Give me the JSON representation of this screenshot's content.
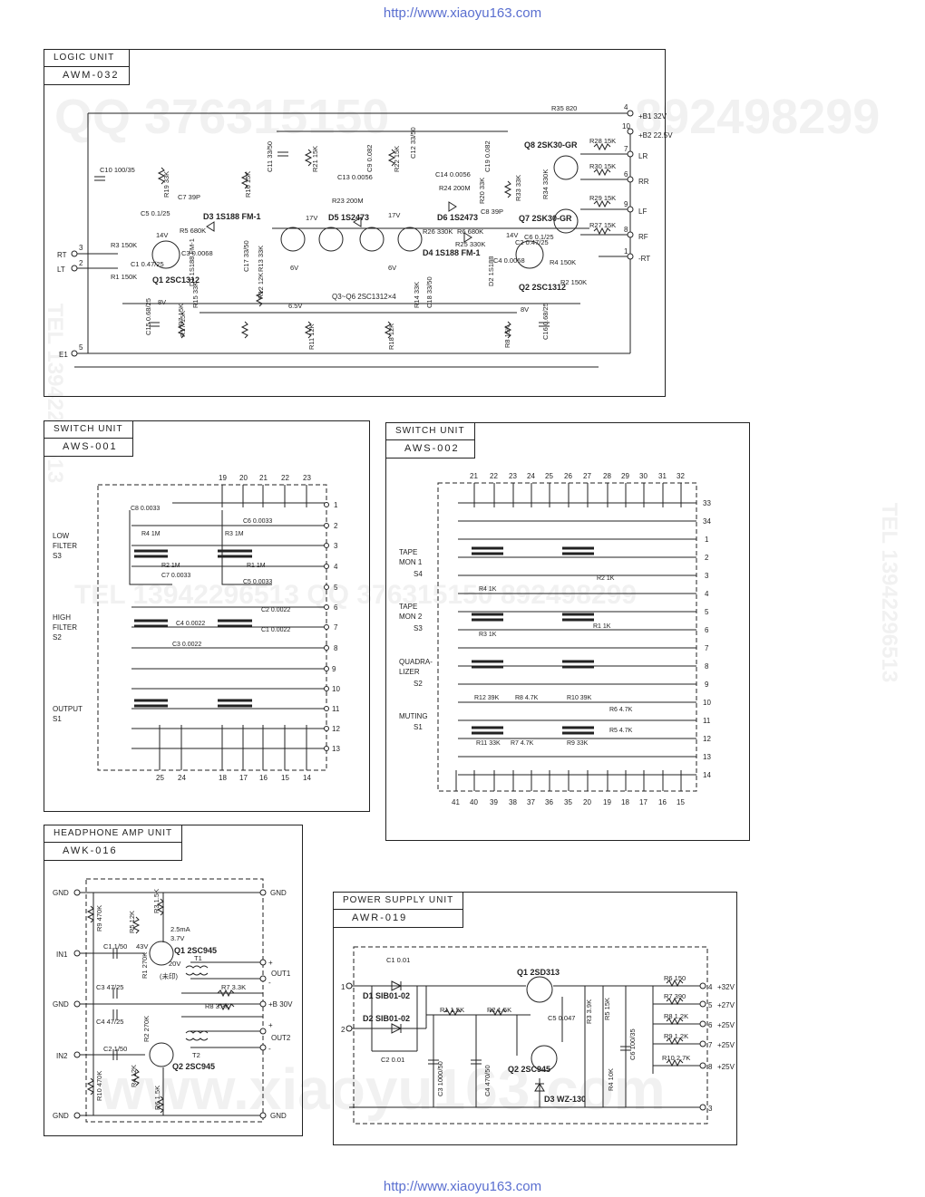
{
  "header_url": "http://www.xiaoyu163.com",
  "footer_url": "http://www.xiaoyu163.com",
  "watermarks": [
    "QQ 376315150",
    "892498299",
    "TEL 13942296513",
    "TEL 13942296513 QQ 376315150 892498299",
    "TEL 13942296513",
    "www.xiaoyu163.com"
  ],
  "logic": {
    "title": "LOGIC UNIT",
    "code": "AWM-032",
    "pins": [
      {
        "n": "4",
        "label": "+B1 32V"
      },
      {
        "n": "10",
        "label": "+B2 22.5V"
      },
      {
        "n": "7",
        "label": "LR"
      },
      {
        "n": "6",
        "label": "RR"
      },
      {
        "n": "9",
        "label": "LF"
      },
      {
        "n": "8",
        "label": "RF"
      },
      {
        "n": "1",
        "label": "-RT"
      },
      {
        "n": "3",
        "label": "RT"
      },
      {
        "n": "2",
        "label": "LT"
      },
      {
        "n": "5",
        "label": "E1"
      }
    ],
    "parts": [
      "R35 820",
      "Q8 2SK30-GR",
      "Q7 2SK30-GR",
      "R28 15K",
      "R30 15K",
      "R29 15K",
      "R27 15K",
      "C10 100/35",
      "Q1 2SC1312",
      "Q2 2SC1312",
      "D3 1S188 FM-1",
      "D4 1S188 FM-1",
      "D1 1S188 FM-1",
      "D2 1S188",
      "D5 1S2473",
      "D6 1S2473",
      "Q3~Q6 2SC1312×4",
      "C11 33/50",
      "C12 33/50",
      "C13 0.0056",
      "C14 0.0056",
      "R23 200M",
      "R24 200M",
      "R26 330K",
      "R25 330K",
      "C8 39P",
      "C7 39P",
      "R6 680K",
      "R5 680K",
      "R3 150K",
      "R4 150K",
      "R1 150K",
      "R2 150K",
      "C1 0.47/25",
      "C2 0.47/25",
      "C3 0.0068",
      "C4 0.0068",
      "C5 0.1/25",
      "C6 0.1/25",
      "C9 0.082",
      "C19 0.082",
      "R33 33K",
      "R34 330K",
      "R21 15K",
      "R22 15K",
      "R16 15K",
      "R17 15K",
      "R19 33K",
      "R20 33K",
      "R13 33K",
      "R15 33K",
      "R14 33K",
      "R18 12K",
      "R11 12K",
      "R12 12K",
      "C15 0.68/25",
      "C16 0.68/25",
      "C17 33/50",
      "C18 33/50",
      "R7 15K",
      "R8 15K"
    ],
    "voltages": [
      "14V",
      "17V",
      "17V",
      "14V",
      "8V",
      "8V",
      "6V",
      "6V",
      "6.5V"
    ]
  },
  "sw1": {
    "title": "SWITCH UNIT",
    "code": "AWS-001",
    "labels": [
      {
        "a": "LOW",
        "b": "FILTER",
        "c": "S3"
      },
      {
        "a": "HIGH",
        "b": "FILTER",
        "c": "S2"
      },
      {
        "a": "OUTPUT",
        "b": "S1",
        "c": ""
      }
    ],
    "top_pins": [
      "19",
      "20",
      "21",
      "22",
      "23"
    ],
    "right_pins": [
      "1",
      "2",
      "3",
      "4",
      "5",
      "6",
      "7",
      "8",
      "9",
      "10",
      "11",
      "12",
      "13"
    ],
    "bottom_pins": [
      "25",
      "24",
      "18",
      "17",
      "16",
      "15",
      "14"
    ],
    "parts": [
      "C8 0.0033",
      "C6 0.0033",
      "R4 1M",
      "R3 1M",
      "R2 1M",
      "R1 1M",
      "C7 0.0033",
      "C5 0.0033",
      "C4 0.0022",
      "C3 0.0022",
      "C2 0.0022",
      "C1 0.0022"
    ]
  },
  "sw2": {
    "title": "SWITCH UNIT",
    "code": "AWS-002",
    "labels": [
      {
        "a": "TAPE",
        "b": "MON 1",
        "c": "S4"
      },
      {
        "a": "TAPE",
        "b": "MON 2",
        "c": "S3"
      },
      {
        "a": "QUADRA-",
        "b": "LIZER",
        "c": "S2"
      },
      {
        "a": "MUTING",
        "b": "S1",
        "c": ""
      }
    ],
    "top_pins": [
      "21",
      "22",
      "23",
      "24",
      "25",
      "26",
      "27",
      "28",
      "29",
      "30",
      "31",
      "32"
    ],
    "right_pins": [
      "33",
      "34",
      "1",
      "2",
      "3",
      "4",
      "5",
      "6",
      "7",
      "8",
      "9",
      "10",
      "11",
      "12",
      "13",
      "14"
    ],
    "bottom_pins": [
      "41",
      "40",
      "39",
      "38",
      "37",
      "36",
      "35",
      "20",
      "19",
      "18",
      "17",
      "16",
      "15"
    ],
    "parts": [
      "R4 1K",
      "R3 1K",
      "R2 1K",
      "R1 1K",
      "R12 39K",
      "R10 39K",
      "R8 4.7K",
      "R6 4.7K",
      "R11 33K",
      "R9 33K",
      "R7 4.7K",
      "R5 4.7K"
    ]
  },
  "hp": {
    "title": "HEADPHONE AMP UNIT",
    "code": "AWK-016",
    "left_pins": [
      "GND",
      "IN1",
      "GND",
      "IN2",
      "GND"
    ],
    "right_pins": [
      "GND",
      "+",
      "-",
      "OUT1",
      "+B 30V",
      "+",
      "-",
      "OUT2",
      "GND"
    ],
    "parts": [
      "R9 470K",
      "R5 12K",
      "R1 270K",
      "R3 1.5K",
      "C1 1/50",
      "Q1 2SC945",
      "2.5mA",
      "3.7V",
      "43V",
      "20V",
      "(未印)",
      "T1",
      "C3 47/25",
      "R7 3.3K",
      "R8 3.3K",
      "C4 47/25",
      "R2 270K",
      "C2 1/50",
      "Q2 2SC945",
      "T2",
      "R10 470K",
      "R4 12K",
      "R6 1.5K"
    ]
  },
  "ps": {
    "title": "POWER SUPPLY UNIT",
    "code": "AWR-019",
    "left_pins": [
      "1",
      "2"
    ],
    "right_pins": [
      {
        "n": "4",
        "v": "+32V"
      },
      {
        "n": "5",
        "v": "+27V"
      },
      {
        "n": "6",
        "v": "+25V"
      },
      {
        "n": "7",
        "v": "+25V"
      },
      {
        "n": "8",
        "v": "+25V"
      },
      {
        "n": "3",
        "v": ""
      }
    ],
    "parts": [
      "C1 0.01",
      "D1 SIB01-02",
      "D2 SIB01-02",
      "C2 0.01",
      "Q1 2SD313",
      "R1 1.5K",
      "R2 1.5K",
      "C3 1000/50",
      "C4 470/50",
      "Q2 2SC945",
      "D3 WZ-130",
      "C5 0.047",
      "R3 3.9K",
      "R5 15K",
      "R4 10K",
      "C6 100/35",
      "R6 150",
      "R7 390",
      "R8 1.2K",
      "R9 1.2K",
      "R10 2.7K"
    ]
  }
}
